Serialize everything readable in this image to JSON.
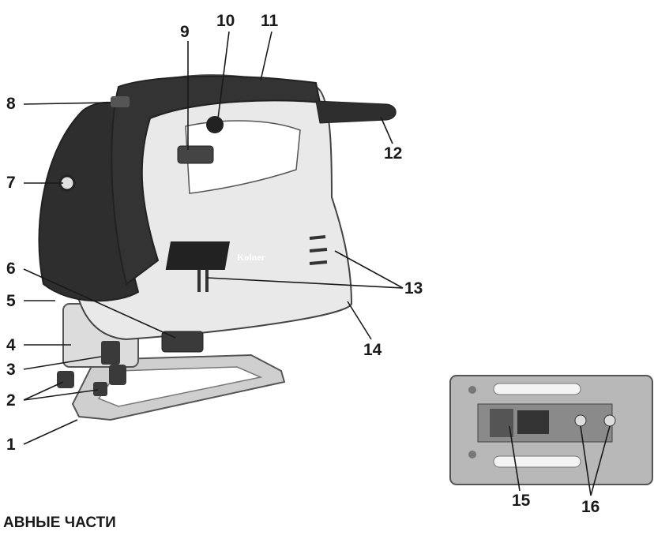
{
  "caption": "АВНЫЕ ЧАСТИ",
  "brand": "Kolner",
  "callouts": [
    "1",
    "2",
    "3",
    "4",
    "5",
    "6",
    "7",
    "8",
    "9",
    "10",
    "11",
    "12",
    "13",
    "14",
    "15",
    "16"
  ],
  "colors": {
    "body": "#e9e9e9",
    "dark": "#2e2e2e",
    "metal": "#c4c4c4",
    "ink": "#1a1a1a"
  }
}
